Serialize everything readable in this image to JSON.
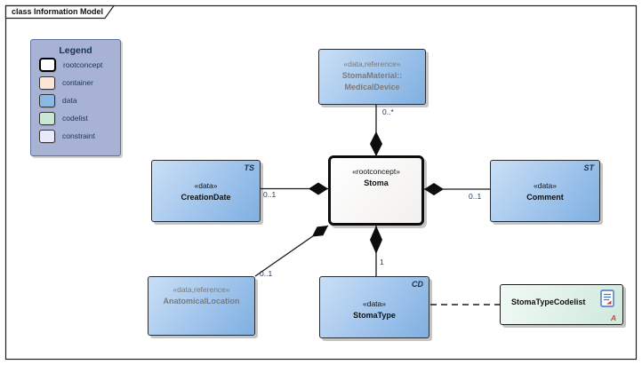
{
  "frame": {
    "title": "class Information Model"
  },
  "legend": {
    "title": "Legend",
    "items": [
      {
        "label": "rootconcept",
        "color": "#ffffff"
      },
      {
        "label": "container",
        "color": "#fbe5d6"
      },
      {
        "label": "data",
        "color": "#8ab9e9"
      },
      {
        "label": "codelist",
        "color": "#c9e7d4"
      },
      {
        "label": "constraint",
        "color": "#eaeafc"
      }
    ]
  },
  "nodes": {
    "medical_device": {
      "stereotype": "«data,reference»",
      "name_line1": "StomaMaterial::",
      "name_line2": "MedicalDevice"
    },
    "stoma": {
      "stereotype": "«rootconcept»",
      "name": "Stoma"
    },
    "creation_date": {
      "stereotype": "«data»",
      "name": "CreationDate",
      "type_marker": "TS"
    },
    "comment": {
      "stereotype": "«data»",
      "name": "Comment",
      "type_marker": "ST"
    },
    "anatomical_location": {
      "stereotype": "«data,reference»",
      "name": "AnatomicalLocation"
    },
    "stoma_type": {
      "stereotype": "«data»",
      "name": "StomaType",
      "type_marker": "CD"
    },
    "stoma_type_codelist": {
      "name": "StomaTypeCodelist",
      "badge": "A"
    }
  },
  "edges": {
    "stoma_medicaldevice": {
      "multiplicity": "0..*"
    },
    "stoma_creationdate": {
      "multiplicity": "0..1"
    },
    "stoma_comment": {
      "multiplicity": "0..1"
    },
    "stoma_anatomicallocation": {
      "multiplicity": "0..1"
    },
    "stoma_stomatype": {
      "multiplicity": "1"
    }
  },
  "colors": {
    "data_fill": "#8ab9e9",
    "codelist_fill": "#c9e7d4",
    "legend_background": "#a8b2d4",
    "reference_text": "#7a7a7a",
    "multiplicity_text": "#1f3864",
    "codelist_badge": "#e03a3a"
  }
}
